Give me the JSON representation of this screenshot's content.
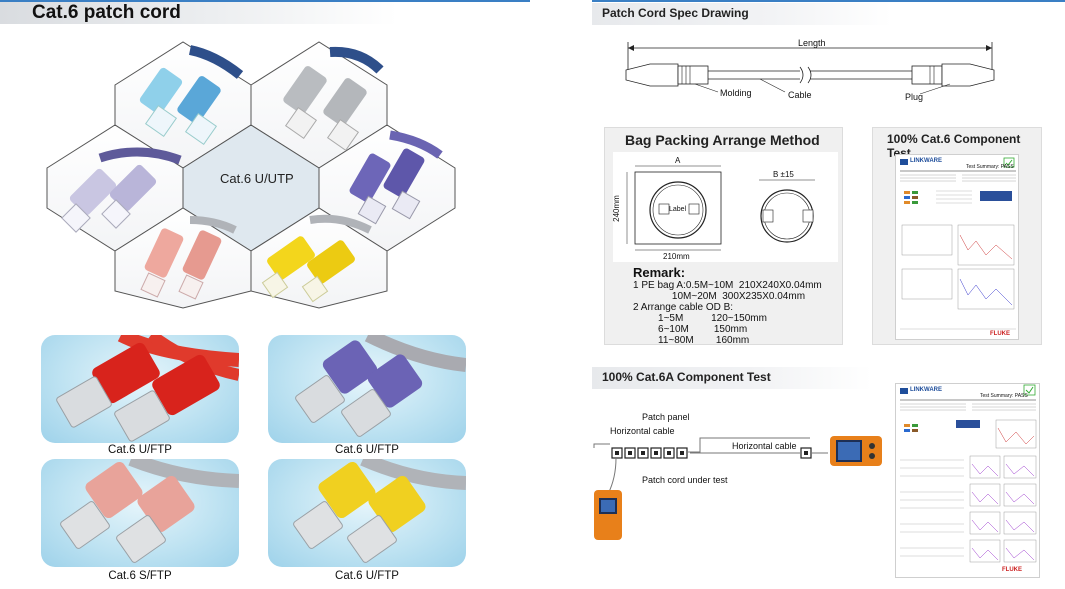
{
  "left": {
    "title": "Cat.6 patch cord",
    "hex_center_label": "Cat.6 U/UTP",
    "cards": [
      {
        "caption": "Cat.6 U/FTP",
        "boot_color": "#d8231c",
        "cable_color": "#e03a2c"
      },
      {
        "caption": "Cat.6 U/FTP",
        "boot_color": "#6b63b5",
        "cable_color": "#a9aab0"
      },
      {
        "caption": "Cat.6 S/FTP",
        "boot_color": "#e8a39a",
        "cable_color": "#b0b3b8"
      },
      {
        "caption": "Cat.6 U/FTP",
        "boot_color": "#f0d020",
        "cable_color": "#b0b3b8"
      }
    ]
  },
  "spec": {
    "title": "Patch Cord Spec Drawing",
    "length": "Length",
    "molding": "Molding",
    "cable": "Cable",
    "plug": "Plug"
  },
  "bag": {
    "title": "Bag Packing Arrange Method",
    "dim_a": "A",
    "dim_height": "240mm",
    "dim_width": "210mm",
    "dim_b": "B ±15",
    "label": "Label",
    "remark_title": "Remark:",
    "remark_lines": [
      "1 PE bag A:0.5M~10M  210X240X0.04mm",
      "              10M~20M  300X235X0.04mm",
      "2 Arrange cable OD B:",
      "         1~5M          120~150mm",
      "         6~10M         150mm",
      "         11~80M        160mm"
    ]
  },
  "test6": {
    "title": "100% Cat.6 Component Test",
    "brand": "LINKWARE",
    "summary": "Test Summary: PASS",
    "footer_brand": "FLUKE"
  },
  "test6a": {
    "title": "100% Cat.6A Component Test",
    "patch_panel": "Patch panel",
    "horizontal_cable_1": "Horizontal cable",
    "horizontal_cable_2": "Horizontal cable",
    "under_test": "Patch cord under test",
    "brand": "LINKWARE",
    "summary": "Test Summary: PASS",
    "footer_brand": "FLUKE"
  }
}
